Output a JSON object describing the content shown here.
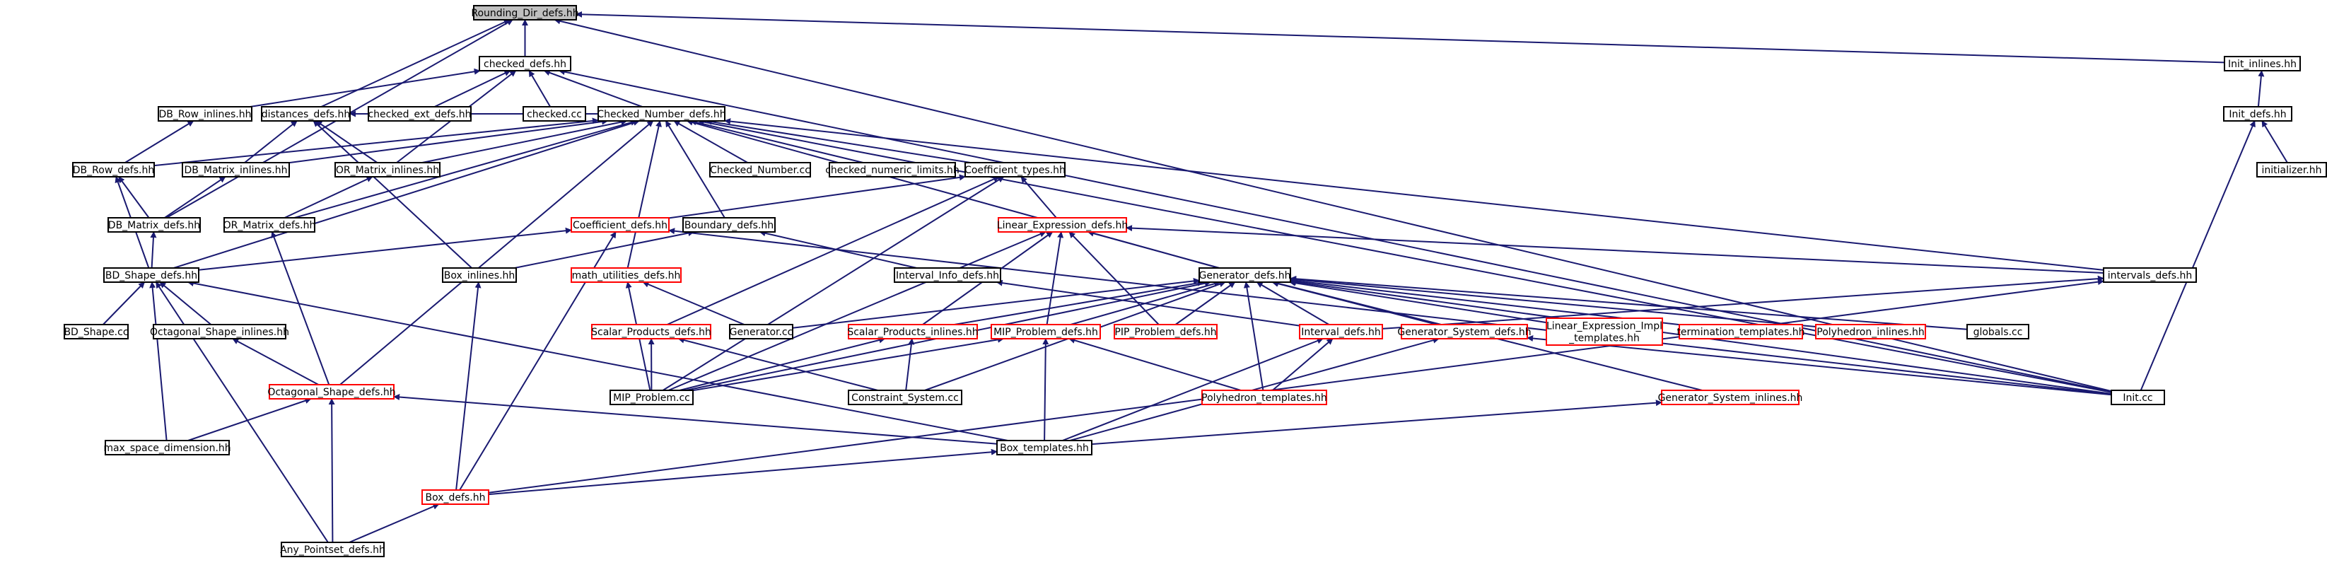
{
  "colors": {
    "edge": "#191970",
    "box_black": "#000000",
    "box_red": "#ff0000",
    "root_fill": "#bfbfbf"
  },
  "nodes": [
    {
      "id": "rounding",
      "label": "Rounding_Dir_defs.hh",
      "style": "root"
    },
    {
      "id": "checked_defs",
      "label": "checked_defs.hh",
      "style": "black"
    },
    {
      "id": "init_inlines",
      "label": "Init_inlines.hh",
      "style": "black"
    },
    {
      "id": "db_row_inlines",
      "label": "DB_Row_inlines.hh",
      "style": "black"
    },
    {
      "id": "distances_defs",
      "label": "distances_defs.hh",
      "style": "black"
    },
    {
      "id": "checked_ext_defs",
      "label": "checked_ext_defs.hh",
      "style": "black"
    },
    {
      "id": "checked_cc",
      "label": "checked.cc",
      "style": "black"
    },
    {
      "id": "checked_number_defs",
      "label": "Checked_Number_defs.hh",
      "style": "black"
    },
    {
      "id": "init_defs",
      "label": "Init_defs.hh",
      "style": "black"
    },
    {
      "id": "db_row_defs",
      "label": "DB_Row_defs.hh",
      "style": "black"
    },
    {
      "id": "db_matrix_inlines",
      "label": "DB_Matrix_inlines.hh",
      "style": "black"
    },
    {
      "id": "or_matrix_inlines",
      "label": "OR_Matrix_inlines.hh",
      "style": "black"
    },
    {
      "id": "checked_number_cc",
      "label": "Checked_Number.cc",
      "style": "black"
    },
    {
      "id": "checked_numeric_limits",
      "label": "checked_numeric_limits.hh",
      "style": "black"
    },
    {
      "id": "coefficient_types",
      "label": "Coefficient_types.hh",
      "style": "black"
    },
    {
      "id": "initializer",
      "label": "initializer.hh",
      "style": "black"
    },
    {
      "id": "db_matrix_defs",
      "label": "DB_Matrix_defs.hh",
      "style": "black"
    },
    {
      "id": "or_matrix_defs",
      "label": "OR_Matrix_defs.hh",
      "style": "black"
    },
    {
      "id": "coefficient_defs",
      "label": "Coefficient_defs.hh",
      "style": "red"
    },
    {
      "id": "boundary_defs",
      "label": "Boundary_defs.hh",
      "style": "black"
    },
    {
      "id": "linear_expression_defs",
      "label": "Linear_Expression_defs.hh",
      "style": "red"
    },
    {
      "id": "bd_shape_defs",
      "label": "BD_Shape_defs.hh",
      "style": "black"
    },
    {
      "id": "box_inlines",
      "label": "Box_inlines.hh",
      "style": "black"
    },
    {
      "id": "math_utilities_defs",
      "label": "math_utilities_defs.hh",
      "style": "red"
    },
    {
      "id": "interval_info_defs",
      "label": "Interval_Info_defs.hh",
      "style": "black"
    },
    {
      "id": "generator_defs",
      "label": "Generator_defs.hh",
      "style": "black"
    },
    {
      "id": "intervals_defs",
      "label": "intervals_defs.hh",
      "style": "black"
    },
    {
      "id": "bd_shape_cc",
      "label": "BD_Shape.cc",
      "style": "black"
    },
    {
      "id": "octagonal_shape_inlines",
      "label": "Octagonal_Shape_inlines.hh",
      "style": "black"
    },
    {
      "id": "scalar_products_defs",
      "label": "Scalar_Products_defs.hh",
      "style": "red"
    },
    {
      "id": "generator_cc",
      "label": "Generator.cc",
      "style": "black"
    },
    {
      "id": "scalar_products_inlines",
      "label": "Scalar_Products_inlines.hh",
      "style": "red"
    },
    {
      "id": "mip_problem_defs",
      "label": "MIP_Problem_defs.hh",
      "style": "red"
    },
    {
      "id": "pip_problem_defs",
      "label": "PIP_Problem_defs.hh",
      "style": "red"
    },
    {
      "id": "interval_defs",
      "label": "Interval_defs.hh",
      "style": "red"
    },
    {
      "id": "generator_system_defs",
      "label": "Generator_System_defs.hh",
      "style": "red"
    },
    {
      "id": "linear_expression_impl_templates",
      "label": [
        "Linear_Expression_Impl",
        "_templates.hh"
      ],
      "style": "red"
    },
    {
      "id": "termination_templates",
      "label": "termination_templates.hh",
      "style": "red"
    },
    {
      "id": "polyhedron_inlines",
      "label": "Polyhedron_inlines.hh",
      "style": "red"
    },
    {
      "id": "globals_cc",
      "label": "globals.cc",
      "style": "black"
    },
    {
      "id": "octagonal_shape_defs",
      "label": "Octagonal_Shape_defs.hh",
      "style": "red"
    },
    {
      "id": "mip_problem_cc",
      "label": "MIP_Problem.cc",
      "style": "black"
    },
    {
      "id": "constraint_system_cc",
      "label": "Constraint_System.cc",
      "style": "black"
    },
    {
      "id": "polyhedron_templates",
      "label": "Polyhedron_templates.hh",
      "style": "red"
    },
    {
      "id": "generator_system_inlines",
      "label": "Generator_System_inlines.hh",
      "style": "red"
    },
    {
      "id": "init_cc",
      "label": "Init.cc",
      "style": "black"
    },
    {
      "id": "max_space_dimension",
      "label": "max_space_dimension.hh",
      "style": "black"
    },
    {
      "id": "box_templates",
      "label": "Box_templates.hh",
      "style": "black"
    },
    {
      "id": "box_defs",
      "label": "Box_defs.hh",
      "style": "red"
    },
    {
      "id": "any_pointset_defs",
      "label": "Any_Pointset_defs.hh",
      "style": "black"
    }
  ],
  "edges": [
    [
      "checked_defs",
      "rounding"
    ],
    [
      "distances_defs",
      "rounding"
    ],
    [
      "db_matrix_defs",
      "rounding"
    ],
    [
      "init_cc",
      "rounding"
    ],
    [
      "init_inlines",
      "rounding"
    ],
    [
      "db_row_inlines",
      "checked_defs"
    ],
    [
      "checked_ext_defs",
      "checked_defs"
    ],
    [
      "checked_cc",
      "checked_defs"
    ],
    [
      "checked_number_defs",
      "checked_defs"
    ],
    [
      "or_matrix_inlines",
      "checked_defs"
    ],
    [
      "init_cc",
      "checked_defs"
    ],
    [
      "init_defs",
      "init_inlines"
    ],
    [
      "initializer",
      "init_defs"
    ],
    [
      "init_cc",
      "init_defs"
    ],
    [
      "db_row_defs",
      "db_row_inlines"
    ],
    [
      "db_matrix_defs",
      "db_row_defs"
    ],
    [
      "bd_shape_defs",
      "db_row_defs"
    ],
    [
      "db_matrix_inlines",
      "distances_defs"
    ],
    [
      "or_matrix_inlines",
      "distances_defs"
    ],
    [
      "box_inlines",
      "distances_defs"
    ],
    [
      "checked_number_defs",
      "distances_defs"
    ],
    [
      "db_matrix_defs",
      "db_matrix_inlines"
    ],
    [
      "bd_shape_defs",
      "db_matrix_defs"
    ],
    [
      "or_matrix_defs",
      "or_matrix_inlines"
    ],
    [
      "octagonal_shape_defs",
      "or_matrix_defs"
    ],
    [
      "db_matrix_inlines",
      "checked_number_defs"
    ],
    [
      "or_matrix_inlines",
      "checked_number_defs"
    ],
    [
      "checked_number_cc",
      "checked_number_defs"
    ],
    [
      "checked_numeric_limits",
      "checked_number_defs"
    ],
    [
      "coefficient_types",
      "checked_number_defs"
    ],
    [
      "or_matrix_defs",
      "checked_number_defs"
    ],
    [
      "boundary_defs",
      "checked_number_defs"
    ],
    [
      "bd_shape_defs",
      "checked_number_defs"
    ],
    [
      "math_utilities_defs",
      "checked_number_defs"
    ],
    [
      "octagonal_shape_defs",
      "checked_number_defs"
    ],
    [
      "generator_defs",
      "checked_number_defs"
    ],
    [
      "intervals_defs",
      "checked_number_defs"
    ],
    [
      "init_cc",
      "checked_number_defs"
    ],
    [
      "db_row_defs",
      "checked_number_defs"
    ],
    [
      "coefficient_defs",
      "coefficient_types"
    ],
    [
      "linear_expression_defs",
      "coefficient_types"
    ],
    [
      "scalar_products_defs",
      "coefficient_types"
    ],
    [
      "mip_problem_cc",
      "coefficient_types"
    ],
    [
      "bd_shape_defs",
      "coefficient_defs"
    ],
    [
      "box_defs",
      "coefficient_defs"
    ],
    [
      "init_cc",
      "coefficient_defs"
    ],
    [
      "interval_info_defs",
      "boundary_defs"
    ],
    [
      "box_inlines",
      "boundary_defs"
    ],
    [
      "generator_defs",
      "linear_expression_defs"
    ],
    [
      "mip_problem_defs",
      "linear_expression_defs"
    ],
    [
      "pip_problem_defs",
      "linear_expression_defs"
    ],
    [
      "scalar_products_inlines",
      "linear_expression_defs"
    ],
    [
      "mip_problem_cc",
      "linear_expression_defs"
    ],
    [
      "intervals_defs",
      "linear_expression_defs"
    ],
    [
      "bd_shape_cc",
      "bd_shape_defs"
    ],
    [
      "octagonal_shape_inlines",
      "bd_shape_defs"
    ],
    [
      "max_space_dimension",
      "bd_shape_defs"
    ],
    [
      "any_pointset_defs",
      "bd_shape_defs"
    ],
    [
      "box_templates",
      "bd_shape_defs"
    ],
    [
      "box_defs",
      "box_inlines"
    ],
    [
      "generator_cc",
      "math_utilities_defs"
    ],
    [
      "mip_problem_cc",
      "math_utilities_defs"
    ],
    [
      "interval_defs",
      "interval_info_defs"
    ],
    [
      "generator_cc",
      "generator_defs"
    ],
    [
      "scalar_products_inlines",
      "generator_defs"
    ],
    [
      "mip_problem_defs",
      "generator_defs"
    ],
    [
      "pip_problem_defs",
      "generator_defs"
    ],
    [
      "interval_defs",
      "generator_defs"
    ],
    [
      "generator_system_defs",
      "generator_defs"
    ],
    [
      "linear_expression_impl_templates",
      "generator_defs"
    ],
    [
      "termination_templates",
      "generator_defs"
    ],
    [
      "polyhedron_inlines",
      "generator_defs"
    ],
    [
      "globals_cc",
      "generator_defs"
    ],
    [
      "init_cc",
      "generator_defs"
    ],
    [
      "mip_problem_cc",
      "generator_defs"
    ],
    [
      "constraint_system_cc",
      "generator_defs"
    ],
    [
      "polyhedron_templates",
      "generator_defs"
    ],
    [
      "generator_system_inlines",
      "generator_defs"
    ],
    [
      "interval_defs",
      "intervals_defs"
    ],
    [
      "box_defs",
      "intervals_defs"
    ],
    [
      "octagonal_shape_defs",
      "octagonal_shape_inlines"
    ],
    [
      "mip_problem_cc",
      "scalar_products_defs"
    ],
    [
      "constraint_system_cc",
      "scalar_products_defs"
    ],
    [
      "mip_problem_cc",
      "scalar_products_inlines"
    ],
    [
      "constraint_system_cc",
      "scalar_products_inlines"
    ],
    [
      "mip_problem_cc",
      "mip_problem_defs"
    ],
    [
      "box_templates",
      "mip_problem_defs"
    ],
    [
      "polyhedron_templates",
      "mip_problem_defs"
    ],
    [
      "polyhedron_templates",
      "interval_defs"
    ],
    [
      "box_templates",
      "interval_defs"
    ],
    [
      "box_templates",
      "generator_system_defs"
    ],
    [
      "init_cc",
      "generator_system_defs"
    ],
    [
      "box_templates",
      "generator_system_inlines"
    ],
    [
      "max_space_dimension",
      "octagonal_shape_defs"
    ],
    [
      "box_templates",
      "octagonal_shape_defs"
    ],
    [
      "any_pointset_defs",
      "octagonal_shape_defs"
    ],
    [
      "box_defs",
      "box_templates"
    ],
    [
      "any_pointset_defs",
      "box_defs"
    ]
  ]
}
